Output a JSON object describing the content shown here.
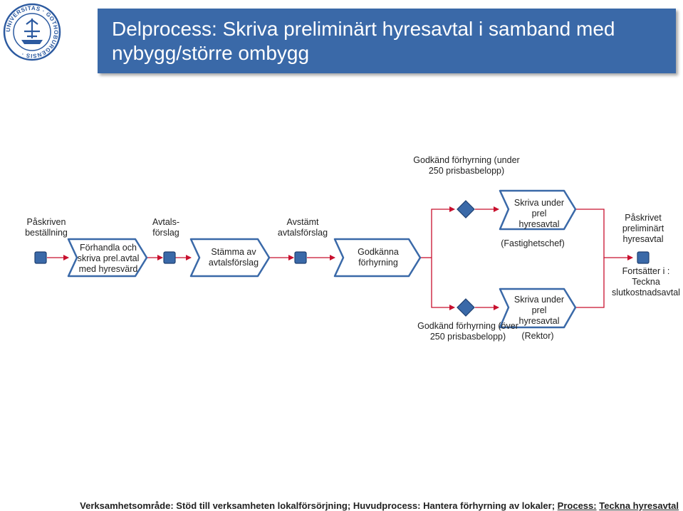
{
  "title": "Delprocess: Skriva preliminärt hyresavtal i samband med nybygg/större ombygg",
  "logo": {
    "icon": "university-seal-icon",
    "text": "UNIVERSITAS GOTHOBURGENSIS"
  },
  "colors": {
    "banner": "#3a69a8",
    "event": "#3a69a8",
    "event_border": "#1e3f70",
    "activity_border": "#3a69a8",
    "arrow": "#c8102e"
  },
  "events": {
    "start": "Påskriven beställning",
    "proposal": "Avtals- förslag",
    "reconciled": "Avstämt avtalsförslag",
    "approved_under": "Godkänd förhyrning (under 250 prisbasbelopp)",
    "approved_over": "Godkänd förhyrning (över 250 prisbasbelopp)",
    "end": "Påskrivet preliminärt hyresavtal",
    "continues": "Fortsätter i : Teckna slutkostnadsavtal"
  },
  "activities": {
    "negotiate": "Förhandla och skriva prel.avtal med hyresvärd",
    "reconcile": "Stämma av avtalsförslag",
    "approve": "Godkänna förhyrning",
    "sign_upper": "Skriva under prel hyresavtal",
    "sign_lower": "Skriva under prel hyresavtal"
  },
  "roles": {
    "upper": "(Fastighetschef)",
    "lower": "(Rektor)"
  },
  "footer": {
    "area_label": "Verksamhetsområde:",
    "area_value": "Stöd till verksamheten",
    "area_sub": "lokalförsörjning;",
    "main_label": "Huvudprocess:",
    "main_value": "Hantera förhyrning av lokaler;",
    "process_label": "Process:",
    "process_value": "Teckna hyresavtal"
  }
}
